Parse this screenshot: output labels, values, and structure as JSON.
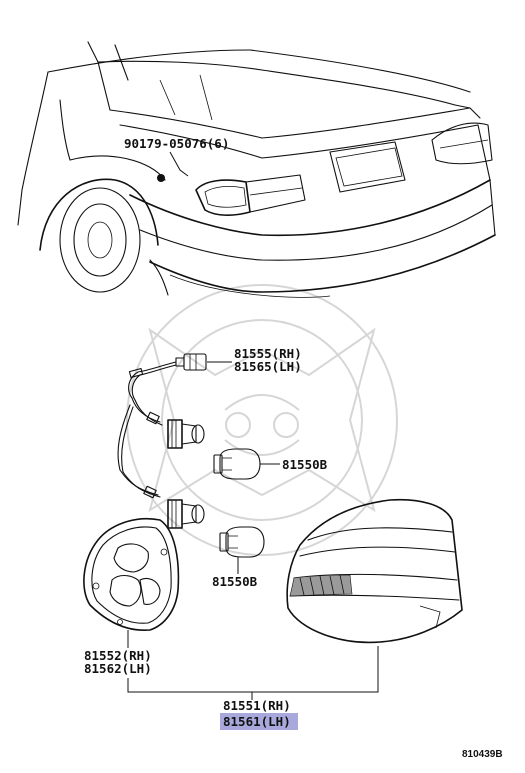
{
  "diagram": {
    "id": "810439B",
    "highlight_color": "#a8a8dc",
    "callouts": {
      "bolt": "90179-05076(6)",
      "socket_rh": "81555(RH)",
      "socket_lh": "81565(LH)",
      "bulb_upper": "81550B",
      "bulb_lower": "81550B",
      "gasket_rh": "81552(RH)",
      "gasket_lh": "81562(LH)",
      "lamp_rh": "81551(RH)",
      "lamp_lh": "81561(LH)"
    }
  }
}
